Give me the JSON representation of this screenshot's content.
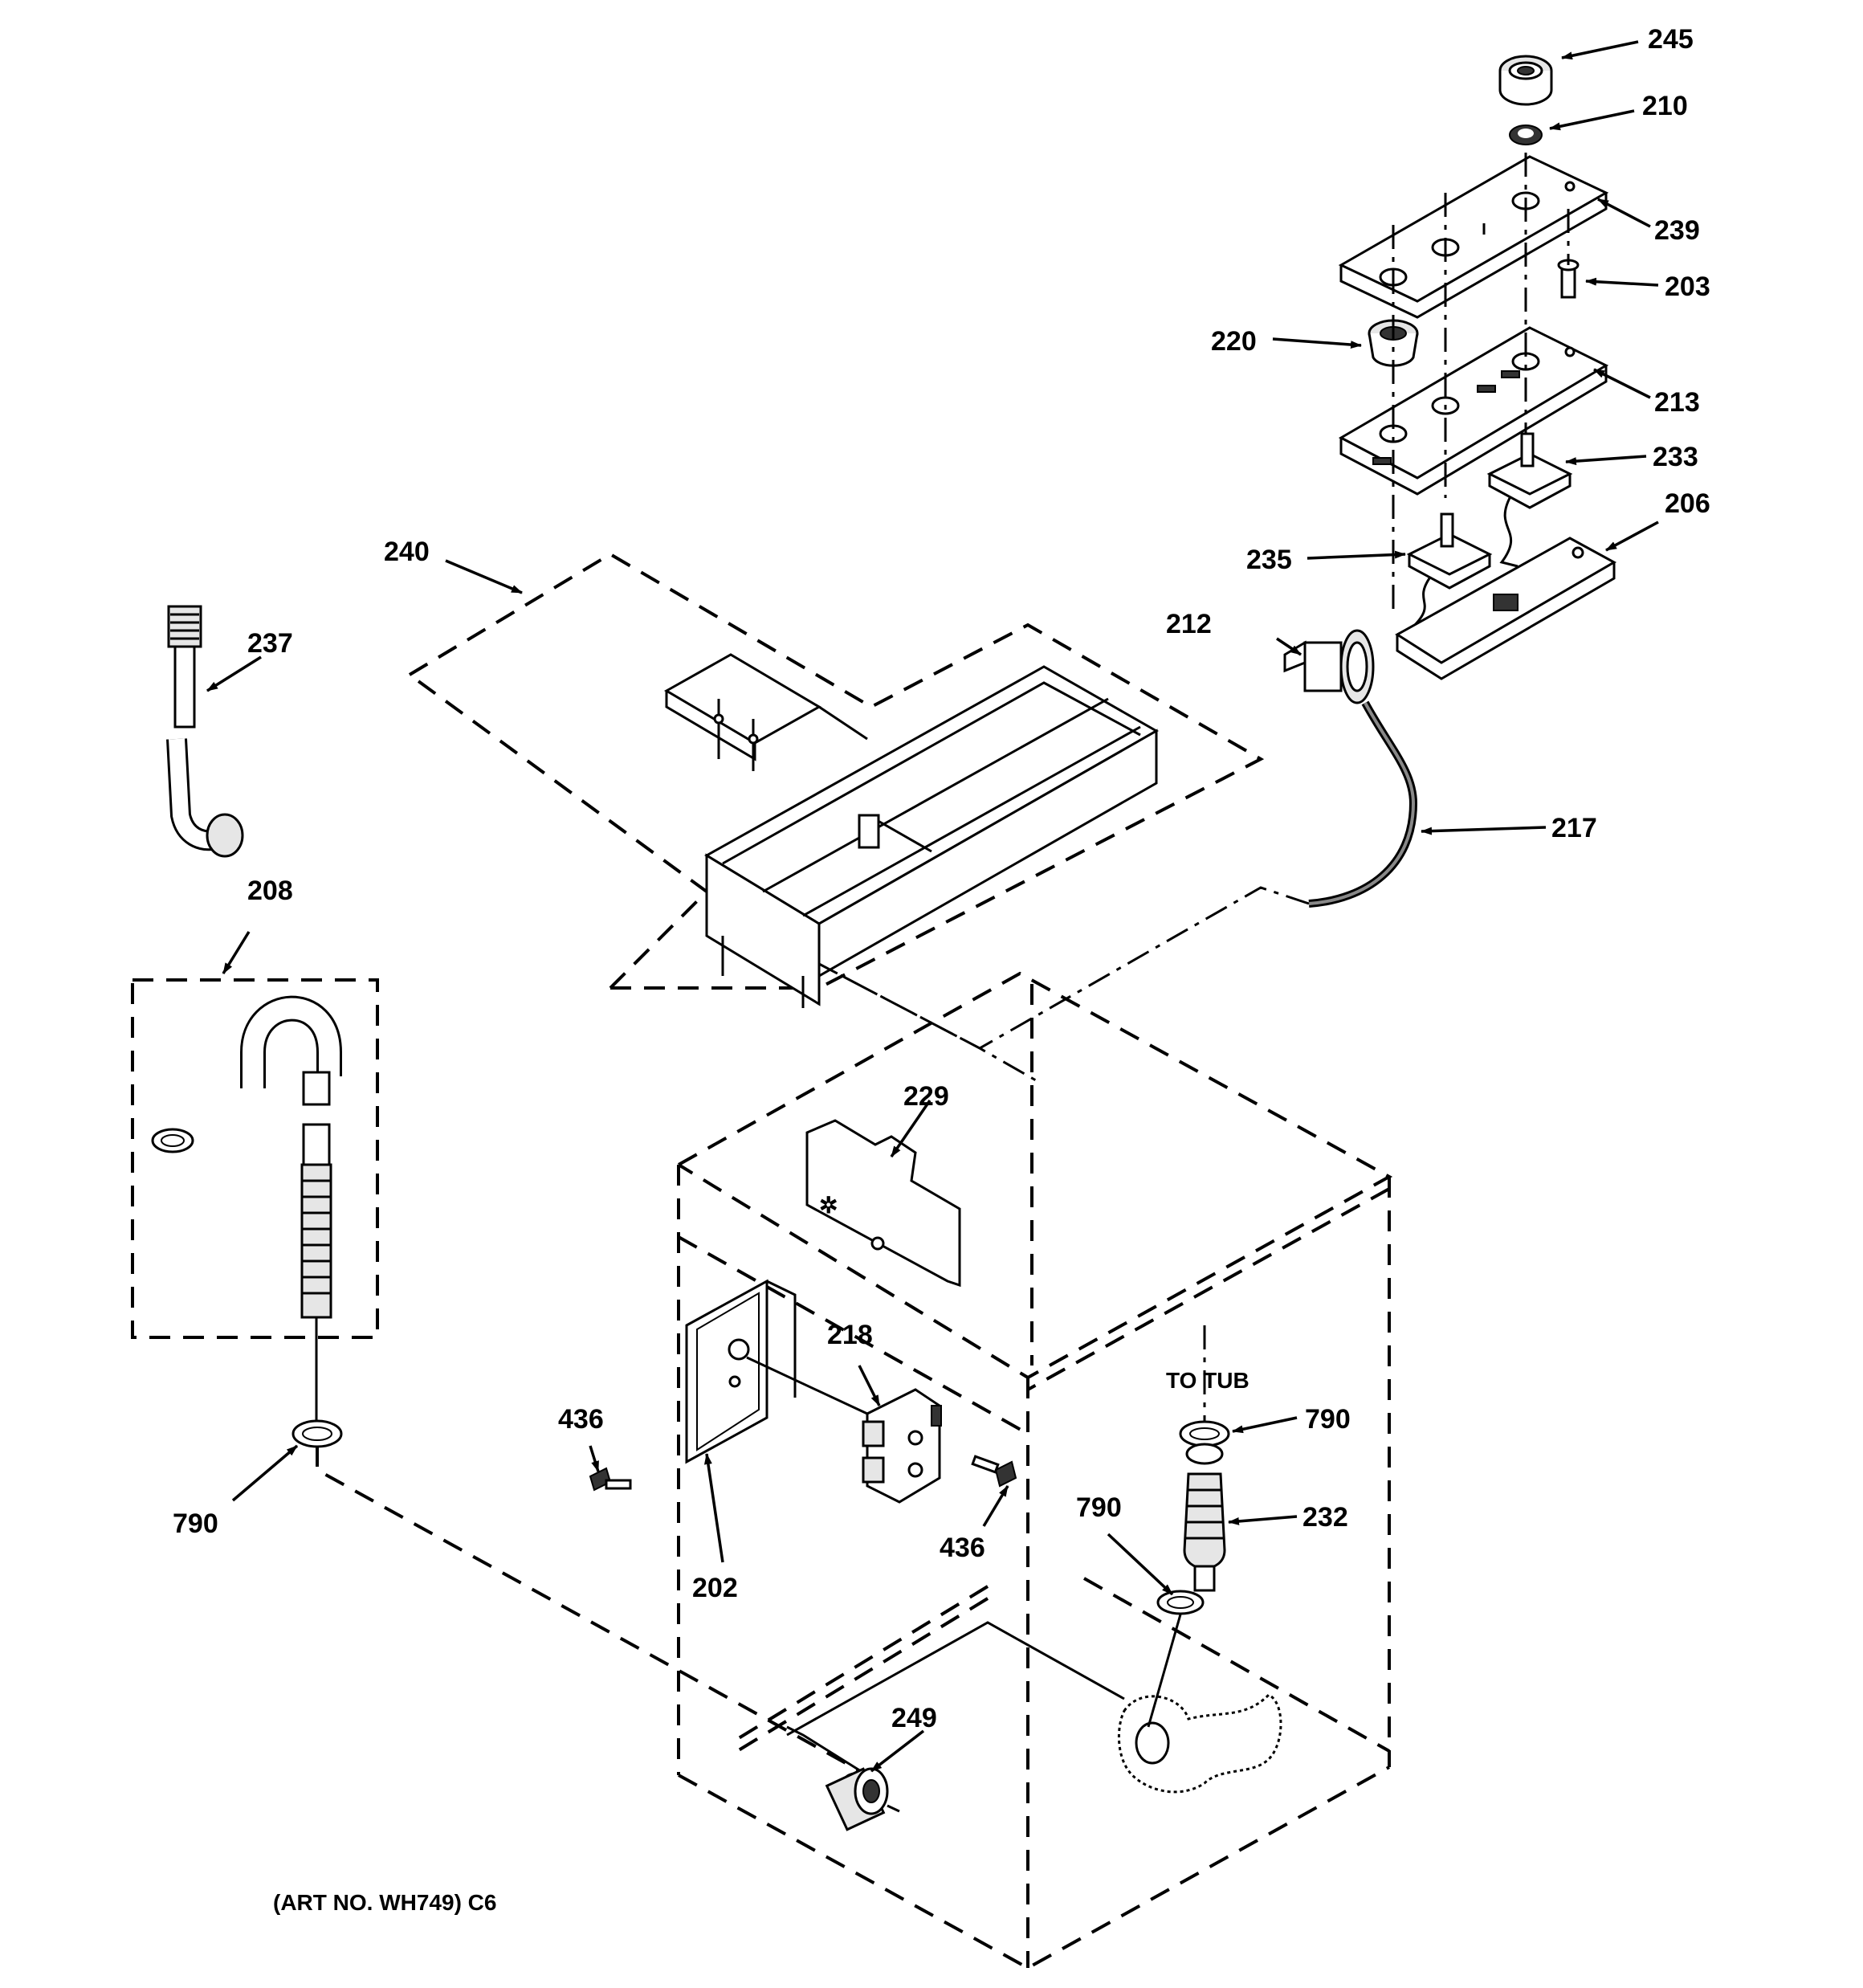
{
  "diagram": {
    "callouts": {
      "c245": "245",
      "c210": "210",
      "c239": "239",
      "c203": "203",
      "c220": "220",
      "c213": "213",
      "c233": "233",
      "c206": "206",
      "c235": "235",
      "c212": "212",
      "c240": "240",
      "c237": "237",
      "c217": "217",
      "c208": "208",
      "c229": "229",
      "c218": "218",
      "c436a": "436",
      "c436b": "436",
      "c790a": "790",
      "c790b": "790",
      "c790c": "790",
      "c232": "232",
      "c202": "202",
      "c249": "249"
    },
    "to_tub": "TO TUB",
    "art_no": "(ART NO. WH749) C6"
  }
}
